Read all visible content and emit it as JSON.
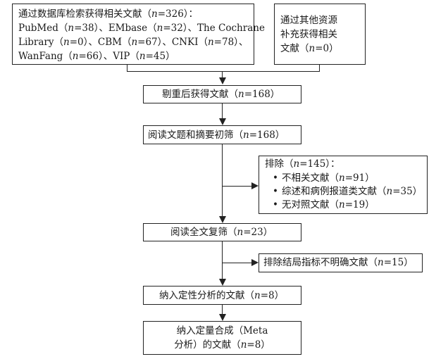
{
  "box_db": {
    "line1_a": "通过数据库检索获得相关文献（",
    "line1_n": "n",
    "line1_b": "=326）：",
    "line2_a": "PubMed（",
    "line2_b": "=38）、EMbase（",
    "line2_c": "=32）、The Cochrane",
    "line3_a": "Library（",
    "line3_b": "=0）、CBM（",
    "line3_c": "=67）、CNKI（",
    "line3_d": "=78）、",
    "line4_a": "WanFang（",
    "line4_b": "=66）、VIP（",
    "line4_c": "=45）"
  },
  "box_other": {
    "line1": "通过其他资源",
    "line2": "补充获得相关",
    "line3_a": "文献（",
    "line3_b": "=0）"
  },
  "box_dedup": {
    "a": "剔重后获得文献（",
    "b": "=168）"
  },
  "box_screen": {
    "a": "阅读文题和摘要初筛（",
    "b": "=168）"
  },
  "box_exclude1": {
    "title_a": "排除（",
    "title_b": "=145）：",
    "items": [
      {
        "a": "不相关文献（",
        "b": "=91）"
      },
      {
        "a": "综述和病例报道类文献（",
        "b": "=35）"
      },
      {
        "a": "无对照文献（",
        "b": "=19）"
      }
    ],
    "bullet": "•"
  },
  "box_fulltext": {
    "a": "阅读全文复筛（",
    "b": "=23）"
  },
  "box_exclude2": {
    "a": "排除结局指标不明确文献（",
    "b": "=15）"
  },
  "box_qual": {
    "a": "纳入定性分析的文献（",
    "b": "=8）"
  },
  "box_quant": {
    "line1": "纳入定量合成（Meta",
    "line2_a": "分析）的文献（",
    "line2_b": "=8）"
  },
  "n_symbol": "n"
}
